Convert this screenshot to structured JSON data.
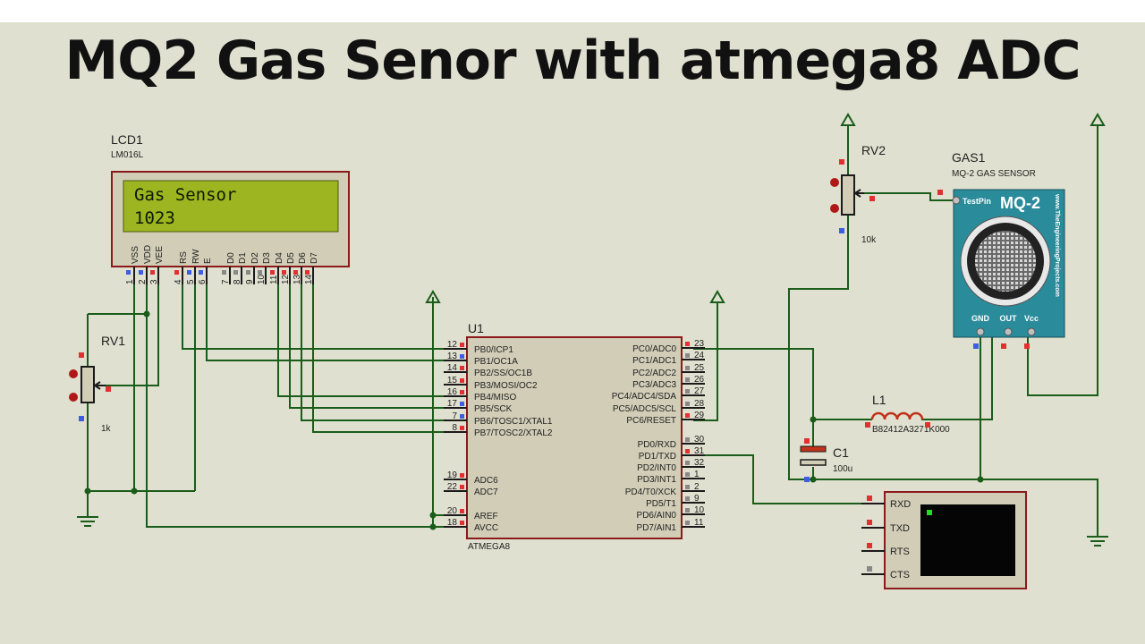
{
  "title": "MQ2 Gas Senor with atmega8 ADC",
  "lcd": {
    "ref": "LCD1",
    "model": "LM016L",
    "line1": "Gas Sensor",
    "line2": "1023",
    "pins": [
      "VSS",
      "VDD",
      "VEE",
      "RS",
      "RW",
      "E",
      "D0",
      "D1",
      "D2",
      "D3",
      "D4",
      "D5",
      "D6",
      "D7"
    ],
    "pin_numbers": [
      "1",
      "2",
      "3",
      "4",
      "5",
      "6",
      "7",
      "8",
      "9",
      "10",
      "11",
      "12",
      "13",
      "14"
    ]
  },
  "rv1": {
    "ref": "RV1",
    "value": "1k"
  },
  "rv2": {
    "ref": "RV2",
    "value": "10k"
  },
  "mcu": {
    "ref": "U1",
    "part": "ATMEGA8",
    "left_pins": [
      {
        "num": "12",
        "name": "PB0/ICP1"
      },
      {
        "num": "13",
        "name": "PB1/OC1A"
      },
      {
        "num": "14",
        "name": "PB2/SS/OC1B"
      },
      {
        "num": "15",
        "name": "PB3/MOSI/OC2"
      },
      {
        "num": "16",
        "name": "PB4/MISO"
      },
      {
        "num": "17",
        "name": "PB5/SCK"
      },
      {
        "num": "7",
        "name": "PB6/TOSC1/XTAL1"
      },
      {
        "num": "8",
        "name": "PB7/TOSC2/XTAL2"
      },
      {
        "num": "19",
        "name": "ADC6"
      },
      {
        "num": "22",
        "name": "ADC7"
      },
      {
        "num": "20",
        "name": "AREF"
      },
      {
        "num": "18",
        "name": "AVCC"
      }
    ],
    "right_pins": [
      {
        "num": "23",
        "name": "PC0/ADC0"
      },
      {
        "num": "24",
        "name": "PC1/ADC1"
      },
      {
        "num": "25",
        "name": "PC2/ADC2"
      },
      {
        "num": "26",
        "name": "PC3/ADC3"
      },
      {
        "num": "27",
        "name": "PC4/ADC4/SDA"
      },
      {
        "num": "28",
        "name": "PC5/ADC5/SCL"
      },
      {
        "num": "29",
        "name": "PC6/RESET"
      },
      {
        "num": "30",
        "name": "PD0/RXD"
      },
      {
        "num": "31",
        "name": "PD1/TXD"
      },
      {
        "num": "32",
        "name": "PD2/INT0"
      },
      {
        "num": "1",
        "name": "PD3/INT1"
      },
      {
        "num": "2",
        "name": "PD4/T0/XCK"
      },
      {
        "num": "9",
        "name": "PD5/T1"
      },
      {
        "num": "10",
        "name": "PD6/AIN0"
      },
      {
        "num": "11",
        "name": "PD7/AIN1"
      }
    ]
  },
  "gas": {
    "ref": "GAS1",
    "desc": "MQ-2 GAS SENSOR",
    "brand": "MQ-2",
    "testpin": "TestPin",
    "site": "www.TheEngineeringProjects.com",
    "pins": [
      "GND",
      "OUT",
      "Vcc"
    ]
  },
  "l1": {
    "ref": "L1",
    "value": "B82412A3271K000"
  },
  "c1": {
    "ref": "C1",
    "value": "100u"
  },
  "terminal": {
    "pins": [
      "RXD",
      "TXD",
      "RTS",
      "CTS"
    ]
  },
  "colors": {
    "wire": "#1a5c1a",
    "body_outline": "#8b1a1a",
    "mcu_fill": "#d2cdb7",
    "lcd_screen": "#9cb520",
    "gas_board": "#2a8b9b",
    "pin_red": "#e23030",
    "pin_blue": "#3d5ee0",
    "pin_gray": "#888888"
  }
}
